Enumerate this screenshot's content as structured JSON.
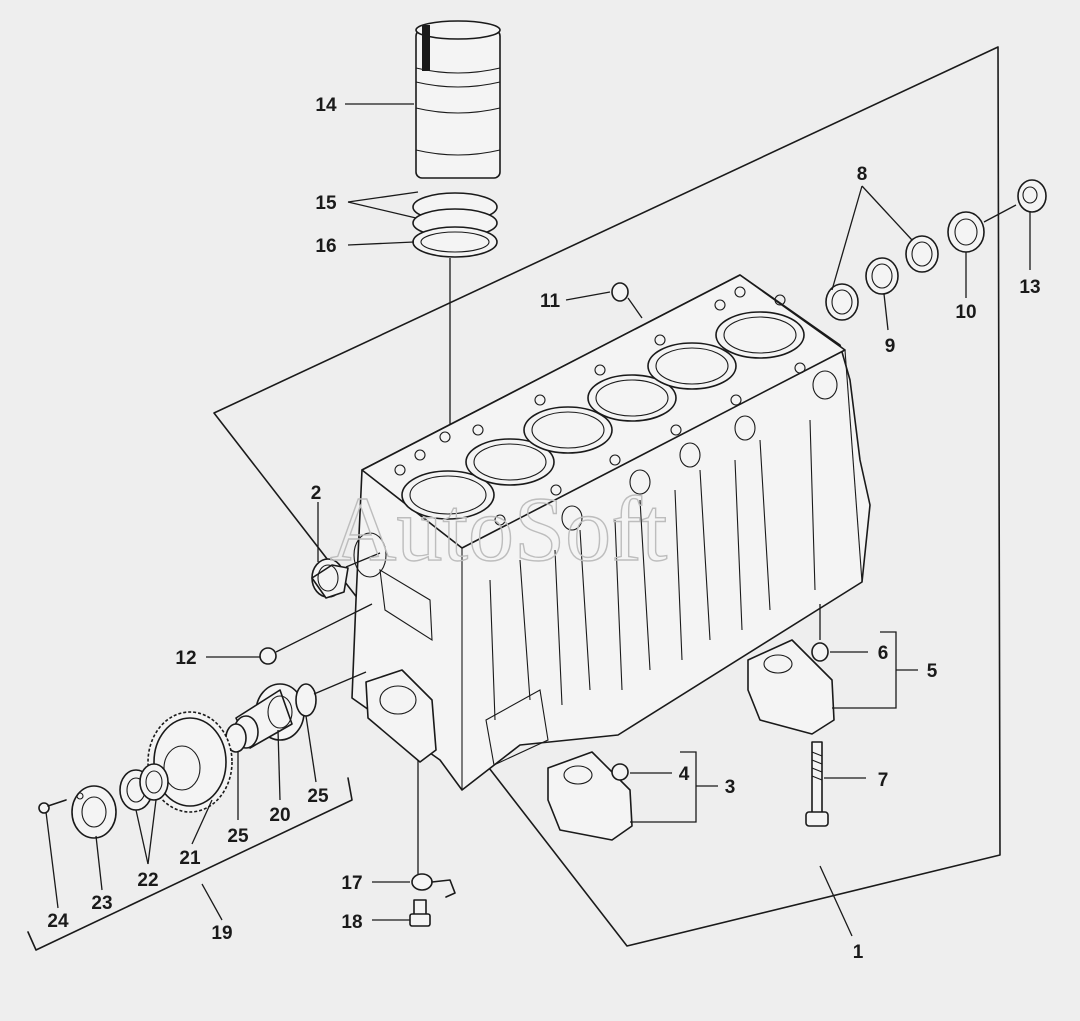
{
  "watermark": "AutoSoft",
  "callouts": [
    {
      "id": "c1",
      "text": "1"
    },
    {
      "id": "c2",
      "text": "2"
    },
    {
      "id": "c3",
      "text": "3"
    },
    {
      "id": "c4",
      "text": "4"
    },
    {
      "id": "c5",
      "text": "5"
    },
    {
      "id": "c6",
      "text": "6"
    },
    {
      "id": "c7",
      "text": "7"
    },
    {
      "id": "c8",
      "text": "8"
    },
    {
      "id": "c9",
      "text": "9"
    },
    {
      "id": "c10",
      "text": "10"
    },
    {
      "id": "c11",
      "text": "11"
    },
    {
      "id": "c12",
      "text": "12"
    },
    {
      "id": "c13",
      "text": "13"
    },
    {
      "id": "c14",
      "text": "14"
    },
    {
      "id": "c15",
      "text": "15"
    },
    {
      "id": "c16",
      "text": "16"
    },
    {
      "id": "c17",
      "text": "17"
    },
    {
      "id": "c18",
      "text": "18"
    },
    {
      "id": "c19",
      "text": "19"
    },
    {
      "id": "c20",
      "text": "20"
    },
    {
      "id": "c21",
      "text": "21"
    },
    {
      "id": "c22",
      "text": "22"
    },
    {
      "id": "c23",
      "text": "23"
    },
    {
      "id": "c24",
      "text": "24"
    },
    {
      "id": "c25a",
      "text": "25"
    },
    {
      "id": "c25b",
      "text": "25"
    }
  ]
}
